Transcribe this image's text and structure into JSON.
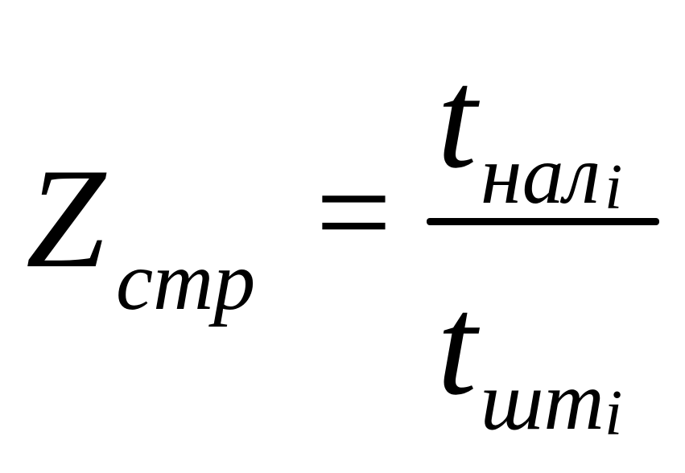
{
  "formula": {
    "lhs": {
      "symbol": "Z",
      "subscript": "стр"
    },
    "relation": "=",
    "fraction": {
      "numerator": {
        "symbol": "t",
        "subscript": "нал",
        "index": "i"
      },
      "denominator": {
        "symbol": "t",
        "subscript": "шт",
        "index": "i"
      }
    }
  }
}
